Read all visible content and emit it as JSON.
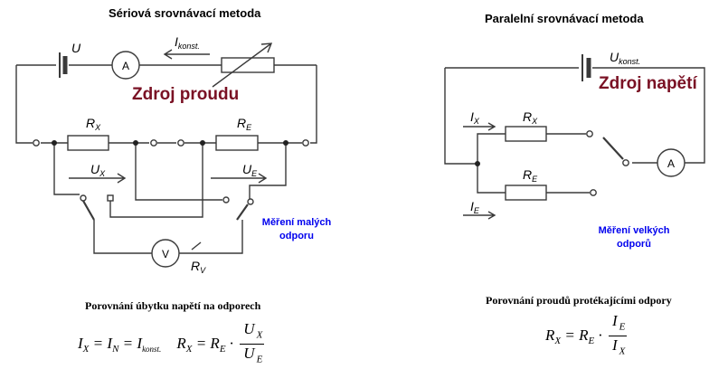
{
  "left_panel": {
    "title": "Sériová srovnávací metoda",
    "source_label": "Zdroj proudu",
    "note_line1": "Měření malých",
    "note_line2": "odporu",
    "caption": "Porovnání úbytku napětí na odporech",
    "labels": {
      "U": "U",
      "I": "I",
      "I_sub": "konst.",
      "A": "A",
      "V": "V",
      "R": "R",
      "Rx_sub": "X",
      "Re_sub": "E",
      "Rv_sub": "V",
      "Ux": "U",
      "Ux_sub": "X",
      "Ue": "U",
      "Ue_sub": "E"
    },
    "formula": {
      "I": "I",
      "X": "X",
      "N": "N",
      "konst": "konst.",
      "R": "R",
      "E": "E",
      "U": "U",
      "eq": "=",
      "dot": "·"
    }
  },
  "right_panel": {
    "title": "Paralelní srovnávací metoda",
    "source_label": "Zdroj napětí",
    "note_line1": "Měření velkých",
    "note_line2": "odporů",
    "caption": "Porovnání proudů protékajícími odpory",
    "labels": {
      "U": "U",
      "U_sub": "konst.",
      "A": "A",
      "I": "I",
      "R": "R",
      "X": "X",
      "E": "E"
    },
    "formula": {
      "R": "R",
      "X": "X",
      "E": "E",
      "I": "I",
      "eq": "=",
      "dot": "·"
    }
  }
}
